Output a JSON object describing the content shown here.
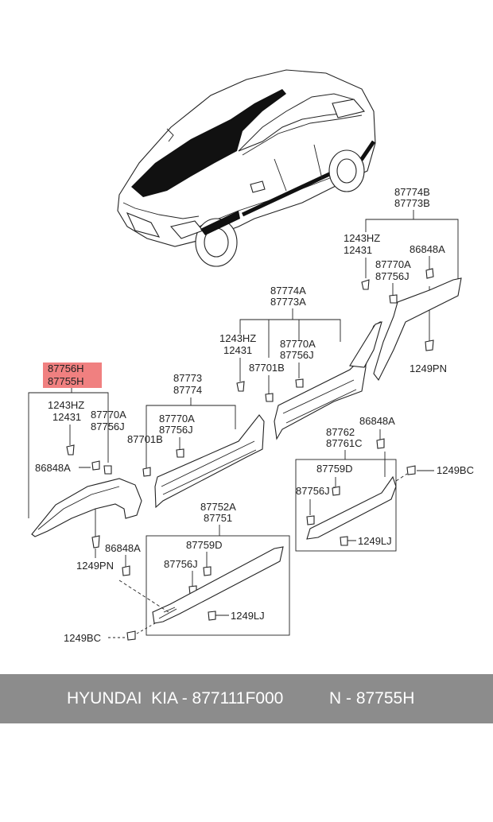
{
  "highlight_color": "#f08080",
  "footer": {
    "brand": "HYUNDAI  KIA - 877111F000",
    "ref": "N - 87755H"
  },
  "labels": {
    "rear_group_a": "87774B",
    "rear_group_b": "87773B",
    "rear_bolt_a": "1243HZ",
    "rear_bolt_b": "12431",
    "rear_clip_a": "87770A",
    "rear_clip_b": "87756J",
    "rear_nut": "86848A",
    "rear_pin": "1249PN",
    "door_group_a": "87774A",
    "door_group_b": "87773A",
    "door_bolt_a": "1243HZ",
    "door_bolt_b": "12431",
    "door_clip_a": "87770A",
    "door_clip_b": "87756J",
    "door_clip_c": "87701B",
    "hl_a": "87756H",
    "hl_b": "87755H",
    "front_bolt_a": "1243HZ",
    "front_bolt_b": "12431",
    "front_clip_a": "87770A",
    "front_clip_b": "87756J",
    "front_nut": "86848A",
    "front_pin": "1249PN",
    "fdoor_group_a": "87773",
    "fdoor_group_b": "87774",
    "fdoor_clip_a": "87770A",
    "fdoor_clip_b": "87756J",
    "fdoor_clip_c": "87701B",
    "rsill_nut": "86848A",
    "rsill_group_a": "87762",
    "rsill_group_b": "87761C",
    "rsill_clip_a": "87759D",
    "rsill_clip_b": "87756J",
    "rsill_screw": "1249LJ",
    "rsill_bc": "1249BC",
    "fsill_group_a": "87752A",
    "fsill_group_b": "87751",
    "fsill_nut": "86848A",
    "fsill_clip_a": "87759D",
    "fsill_clip_b": "87756J",
    "fsill_screw": "1249LJ",
    "fsill_bc": "1249BC"
  }
}
